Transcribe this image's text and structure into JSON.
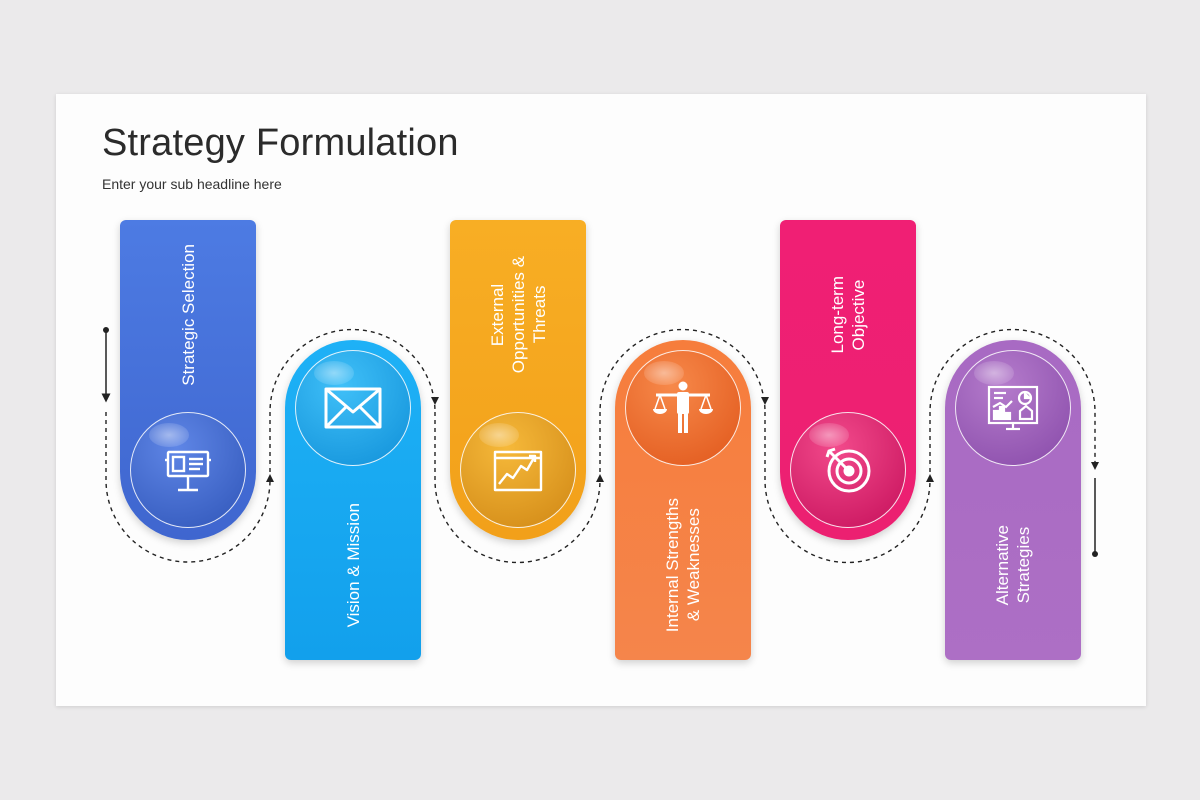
{
  "header": {
    "title": "Strategy Formulation",
    "subtitle": "Enter your sub headline here"
  },
  "steps": [
    {
      "label": "Strategic Selection",
      "icon": "billboard-icon",
      "color": "#4a76de",
      "position": "top"
    },
    {
      "label": "Vision & Mission",
      "icon": "envelope-icon",
      "color": "#1aa8f2",
      "position": "bottom"
    },
    {
      "label": "External\nOpportunities &\nThreats",
      "icon": "growth-chart-icon",
      "color": "#f6a821",
      "position": "top"
    },
    {
      "label": "Internal Strengths\n& Weaknesses",
      "icon": "balance-person-icon",
      "color": "#f57d43",
      "position": "bottom"
    },
    {
      "label": "Long-term\nObjective",
      "icon": "target-icon",
      "color": "#ee1e73",
      "position": "top"
    },
    {
      "label": "Alternative\nStrategies",
      "icon": "presentation-board-icon",
      "color": "#a86dc4",
      "position": "bottom"
    }
  ]
}
